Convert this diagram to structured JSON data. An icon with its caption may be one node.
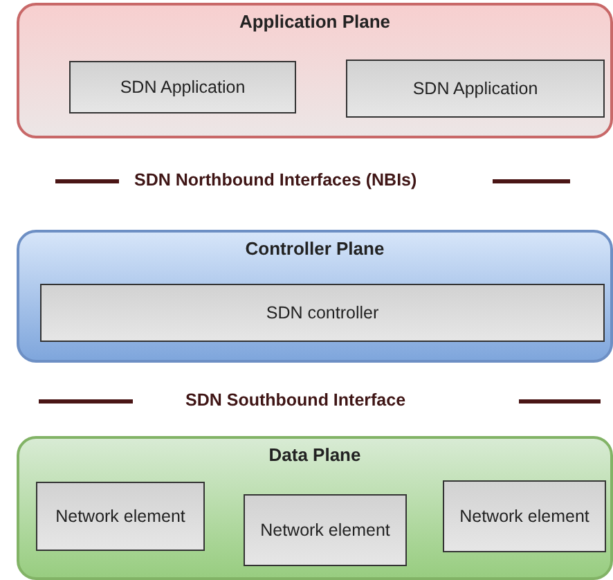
{
  "diagram": {
    "nodes": [
      {
        "text": [
          "Application Plane"
        ]
      },
      {
        "text": [
          "SDN Application"
        ],
        "in": 0
      },
      {
        "text": [
          "SDN Application"
        ],
        "in": 0
      },
      {
        "text": [
          "Controller Plane"
        ]
      },
      {
        "text": [
          "SDN controller"
        ],
        "in": 3
      },
      {
        "text": [
          "Data Plane"
        ]
      },
      {
        "text": [
          "Network element"
        ],
        "in": 5
      },
      {
        "text": [
          "Network element"
        ],
        "in": 5
      },
      {
        "text": [
          "Network element"
        ],
        "in": 5
      }
    ],
    "labels": [
      "SDN Northbound Interfaces (NBIs)",
      "SDN Southbound Interface"
    ]
  }
}
